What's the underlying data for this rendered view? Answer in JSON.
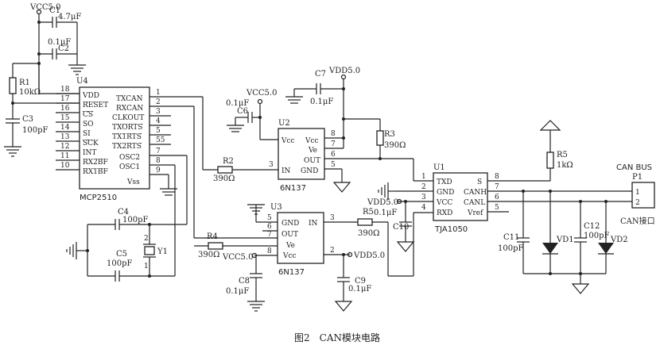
{
  "caption": "图2　CAN模块电路",
  "chips": {
    "u4": {
      "ref": "U4",
      "part": "MCP2510",
      "left_pins": [
        {
          "num": "18",
          "name": "VDD"
        },
        {
          "num": "17",
          "name": "RESET"
        },
        {
          "num": "16",
          "name": "CS"
        },
        {
          "num": "15",
          "name": "SO"
        },
        {
          "num": "14",
          "name": "SI"
        },
        {
          "num": "13",
          "name": "SCK"
        },
        {
          "num": "12",
          "name": "INT"
        },
        {
          "num": "11",
          "name": "RX2BF"
        },
        {
          "num": "10",
          "name": "RX1BF"
        }
      ],
      "right_pins": [
        {
          "num": "1",
          "name": "TXCAN"
        },
        {
          "num": "2",
          "name": "RXCAN"
        },
        {
          "num": "3",
          "name": "CLKOUT"
        },
        {
          "num": "4",
          "name": "TXORTS"
        },
        {
          "num": "5",
          "name": "TX1RTS"
        },
        {
          "num": "55",
          "name": "TX2RTS"
        },
        {
          "num": "7",
          "name": "OSC2"
        },
        {
          "num": "8",
          "name": "OSC1"
        },
        {
          "num": "9",
          "name": "Vss"
        }
      ]
    },
    "u2": {
      "ref": "U2",
      "part": "6N137",
      "left_pins": [
        {
          "num": "",
          "name": "Vcc"
        },
        {
          "num": "3",
          "name": "IN"
        }
      ],
      "inner_right": [
        "Vcc",
        "Ve",
        "OUT",
        "GND"
      ],
      "right_nums": [
        "8",
        "7",
        "6",
        "5"
      ]
    },
    "u3": {
      "ref": "U3",
      "part": "6N137",
      "inner_left": [
        "GND",
        "OUT",
        "Ve",
        "Vcc"
      ],
      "left_nums": [
        "5",
        "6",
        "7",
        "8"
      ],
      "inner_right": [
        "IN"
      ],
      "right_nums": [
        "3",
        "2"
      ]
    },
    "u1": {
      "ref": "U1",
      "part": "TJA1050",
      "left_pins": [
        {
          "num": "1",
          "name": "TXD"
        },
        {
          "num": "2",
          "name": "GND"
        },
        {
          "num": "3",
          "name": "VCC"
        },
        {
          "num": "4",
          "name": "RXD"
        }
      ],
      "right_pins": [
        {
          "num": "8",
          "name": "S"
        },
        {
          "num": "7",
          "name": "CANH"
        },
        {
          "num": "6",
          "name": "CANL"
        },
        {
          "num": "5",
          "name": "Vref"
        }
      ]
    },
    "p1": {
      "title": "CAN BUS",
      "ref": "P1",
      "pins": [
        "1",
        "2"
      ],
      "label": "CAN接口"
    }
  },
  "components": {
    "c1": {
      "ref": "C1",
      "value": "4.7μF"
    },
    "c2": {
      "ref": "C2",
      "value": "0.1μF"
    },
    "r1": {
      "ref": "R1",
      "value": "10kΩ"
    },
    "c3": {
      "ref": "C3",
      "value": "100pF"
    },
    "c4": {
      "ref": "C4",
      "value": "100pF"
    },
    "c5": {
      "ref": "C5",
      "value": "100pF"
    },
    "y1": {
      "ref": "Y1",
      "pin_top": "2",
      "pin_bottom": "1"
    },
    "c6": {
      "ref": "C6",
      "value": "0.1μF"
    },
    "r2": {
      "ref": "R2",
      "value": "390Ω"
    },
    "c7": {
      "ref": "C7",
      "value": "0.1μF"
    },
    "r3": {
      "ref": "R3",
      "value": "390Ω"
    },
    "r4": {
      "ref": "R4",
      "value": "390Ω"
    },
    "r5": {
      "ref": "R5",
      "value": "390Ω"
    },
    "c8": {
      "ref": "C8",
      "value": "0.1μF"
    },
    "c9": {
      "ref": "C9",
      "value": "0.1μF"
    },
    "c10": {
      "ref": "C10",
      "value": "0.1μF"
    },
    "r5b": {
      "ref": "R5",
      "value": "1kΩ"
    },
    "c11": {
      "ref": "C11",
      "value": "100pF"
    },
    "c12": {
      "ref": "C12",
      "value": "100pF"
    },
    "vd1": {
      "ref": "VD1"
    },
    "vd2": {
      "ref": "VD2"
    }
  },
  "nets": {
    "vcc_top": "VCC5.0",
    "vcc_u2": "VCC5.0",
    "vdd_top": "VDD5.0",
    "vdd_u1": "VDD5.0",
    "vcc_u3": "VCC5.0",
    "vdd_u3": "VDD5.0"
  }
}
